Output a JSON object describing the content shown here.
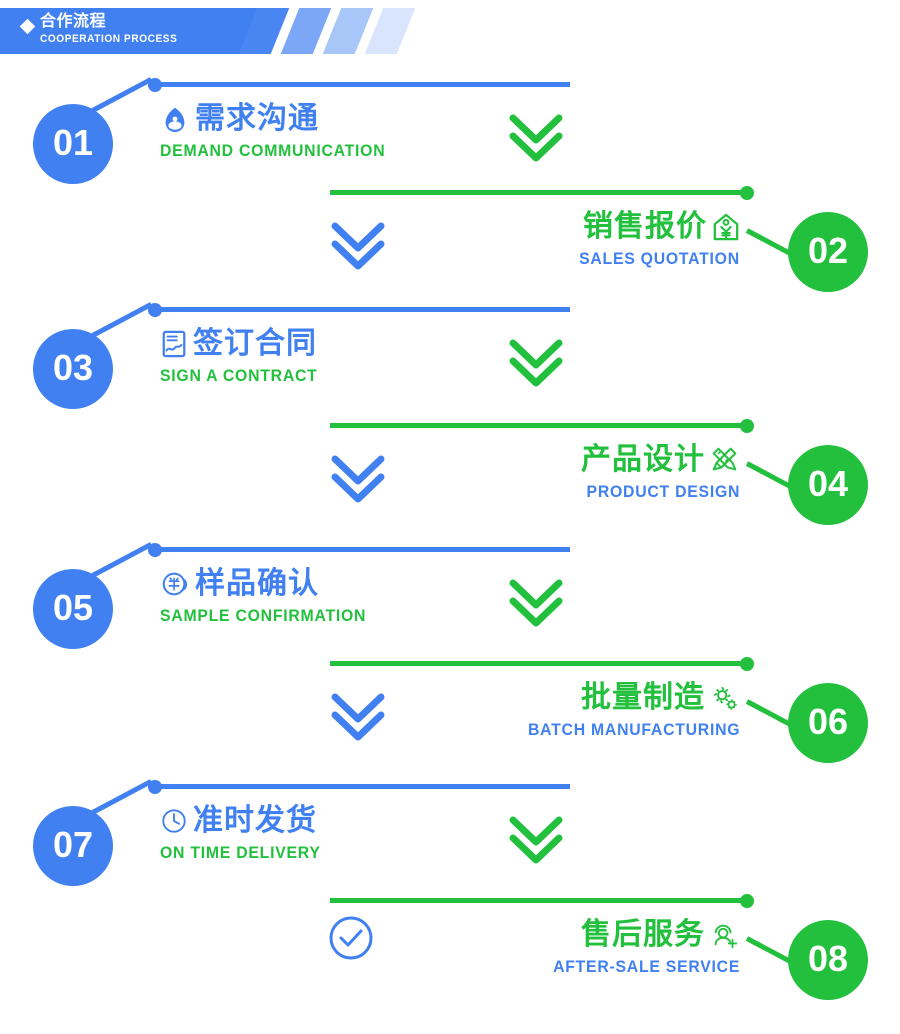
{
  "banner": {
    "diamond_icon": "diamond-icon",
    "title_cn": "合作流程",
    "title_en": "COOPERATION PROCESS"
  },
  "colors": {
    "blue": "#4080f0",
    "green": "#22c03c",
    "white": "#ffffff"
  },
  "steps": [
    {
      "number": "01",
      "title_cn": "需求沟通",
      "title_en": "DEMAND COMMUNICATION",
      "icon": "chat-person-icon",
      "side": "left",
      "marker": "chevron-double-down-icon"
    },
    {
      "number": "02",
      "title_cn": "销售报价",
      "title_en": "SALES QUOTATION",
      "icon": "price-tag-yuan-icon",
      "side": "right",
      "marker": "chevron-double-down-icon"
    },
    {
      "number": "03",
      "title_cn": "签订合同",
      "title_en": "SIGN A CONTRACT",
      "icon": "signed-document-icon",
      "side": "left",
      "marker": "chevron-double-down-icon"
    },
    {
      "number": "04",
      "title_cn": "产品设计",
      "title_en": "PRODUCT DESIGN",
      "icon": "pencil-ruler-icon",
      "side": "right",
      "marker": "chevron-double-down-icon"
    },
    {
      "number": "05",
      "title_cn": "样品确认",
      "title_en": "SAMPLE CONFIRMATION",
      "icon": "sample-stamp-icon",
      "side": "left",
      "marker": "chevron-double-down-icon"
    },
    {
      "number": "06",
      "title_cn": "批量制造",
      "title_en": "BATCH MANUFACTURING",
      "icon": "gears-icon",
      "side": "right",
      "marker": "chevron-double-down-icon"
    },
    {
      "number": "07",
      "title_cn": "准时发货",
      "title_en": "ON TIME DELIVERY",
      "icon": "clock-icon",
      "side": "left",
      "marker": "chevron-double-down-icon"
    },
    {
      "number": "08",
      "title_cn": "售后服务",
      "title_en": "AFTER-SALE SERVICE",
      "icon": "customer-service-person-icon",
      "side": "right",
      "marker": "check-circle-icon"
    }
  ]
}
